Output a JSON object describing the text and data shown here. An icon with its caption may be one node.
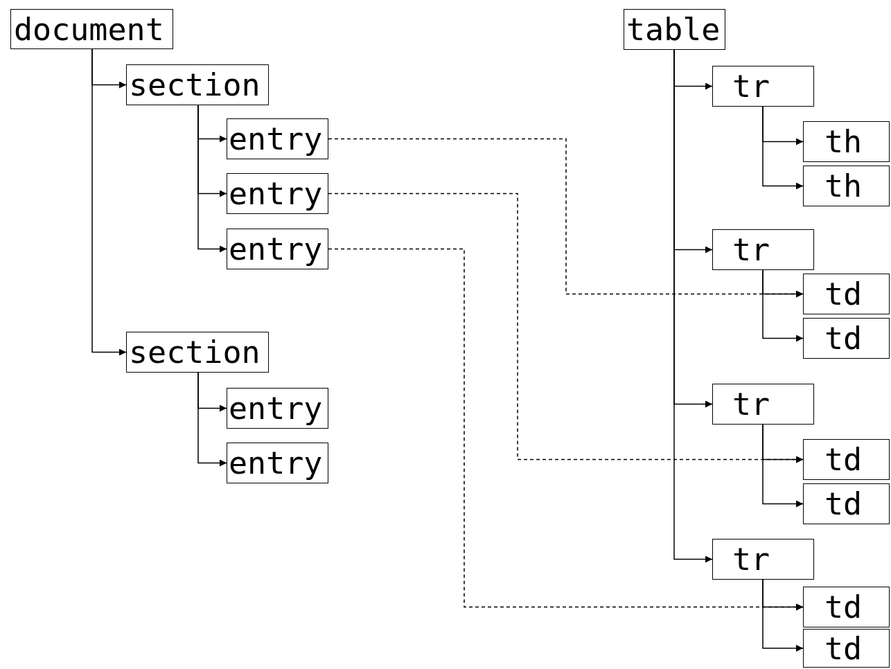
{
  "diagram": {
    "nodes": [
      {
        "text": [
          "document"
        ]
      },
      {
        "text": [
          "section"
        ]
      },
      {
        "text": [
          "entry"
        ]
      },
      {
        "text": [
          "entry"
        ]
      },
      {
        "text": [
          "entry"
        ]
      },
      {
        "text": [
          "section"
        ]
      },
      {
        "text": [
          "entry"
        ]
      },
      {
        "text": [
          "entry"
        ]
      },
      {
        "text": [
          "table"
        ]
      },
      {
        "text": [
          "tr"
        ]
      },
      {
        "text": [
          "th"
        ]
      },
      {
        "text": [
          "th"
        ]
      },
      {
        "text": [
          "tr"
        ]
      },
      {
        "text": [
          "td"
        ]
      },
      {
        "text": [
          "td"
        ]
      },
      {
        "text": [
          "tr"
        ]
      },
      {
        "text": [
          "td"
        ]
      },
      {
        "text": [
          "td"
        ]
      },
      {
        "text": [
          "tr"
        ]
      },
      {
        "text": [
          "td"
        ]
      },
      {
        "text": [
          "td"
        ]
      }
    ],
    "edges": [
      {
        "from": 0,
        "to": 1,
        "arrow": "to"
      },
      {
        "from": 1,
        "to": 2,
        "arrow": "to"
      },
      {
        "from": 1,
        "to": 3,
        "arrow": "to"
      },
      {
        "from": 1,
        "to": 4,
        "arrow": "to"
      },
      {
        "from": 0,
        "to": 5,
        "arrow": "to"
      },
      {
        "from": 5,
        "to": 6,
        "arrow": "to"
      },
      {
        "from": 5,
        "to": 7,
        "arrow": "to"
      },
      {
        "from": 8,
        "to": 9,
        "arrow": "to"
      },
      {
        "from": 9,
        "to": 10,
        "arrow": "to"
      },
      {
        "from": 9,
        "to": 11,
        "arrow": "to"
      },
      {
        "from": 8,
        "to": 12,
        "arrow": "to"
      },
      {
        "from": 12,
        "to": 13,
        "arrow": "to"
      },
      {
        "from": 12,
        "to": 14,
        "arrow": "to"
      },
      {
        "from": 8,
        "to": 15,
        "arrow": "to"
      },
      {
        "from": 15,
        "to": 16,
        "arrow": "to"
      },
      {
        "from": 15,
        "to": 17,
        "arrow": "to"
      },
      {
        "from": 8,
        "to": 18,
        "arrow": "to"
      },
      {
        "from": 18,
        "to": 19,
        "arrow": "to"
      },
      {
        "from": 18,
        "to": 20,
        "arrow": "to"
      },
      {
        "from": 2,
        "to": 13,
        "arrow": "to",
        "style": "dashed"
      },
      {
        "from": 3,
        "to": 16,
        "arrow": "to",
        "style": "dashed"
      },
      {
        "from": 4,
        "to": 19,
        "arrow": "to",
        "style": "dashed"
      }
    ]
  }
}
